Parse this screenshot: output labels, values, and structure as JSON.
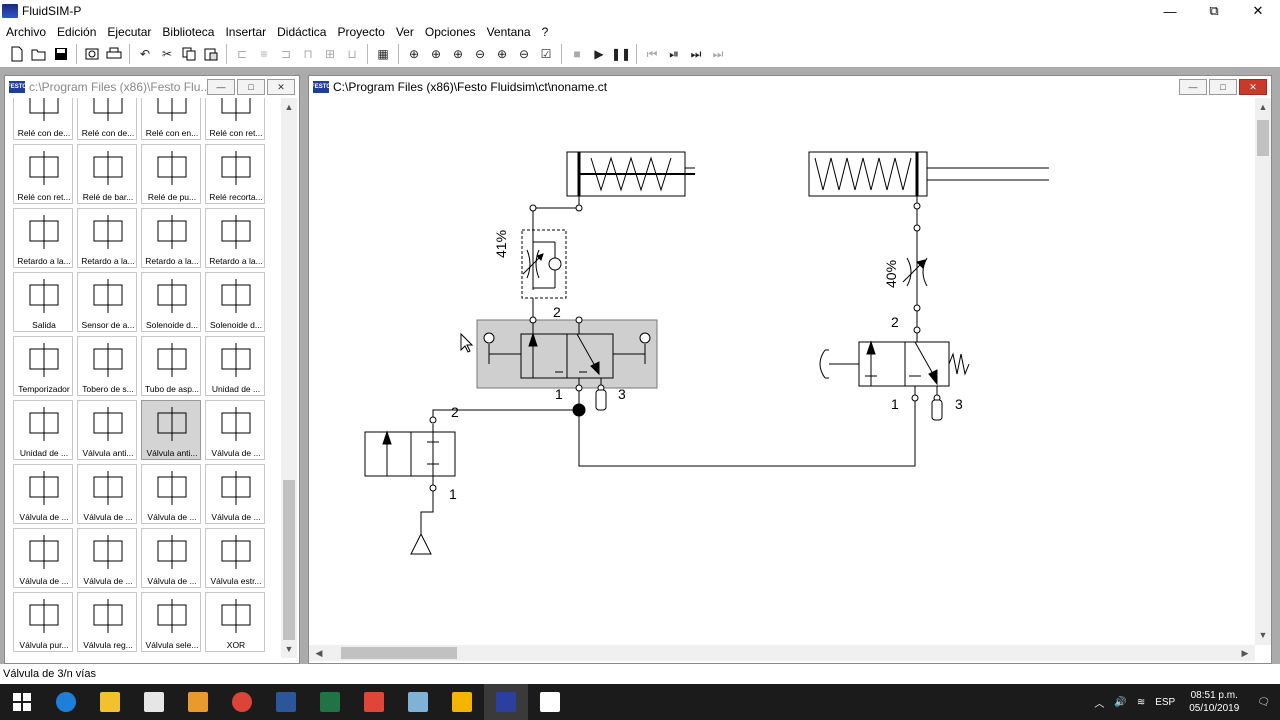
{
  "app": {
    "title": "FluidSIM-P"
  },
  "window_controls": {
    "minimize": "—",
    "restore": "⧉",
    "close": "✕"
  },
  "menu": [
    "Archivo",
    "Edición",
    "Ejecutar",
    "Biblioteca",
    "Insertar",
    "Didáctica",
    "Proyecto",
    "Ver",
    "Opciones",
    "Ventana",
    "?"
  ],
  "toolbar": {
    "icons": [
      "new-file-icon",
      "open-folder-icon",
      "save-icon",
      "print-preview-icon",
      "print-icon",
      "undo-icon",
      "cut-icon",
      "copy-icon",
      "paste-icon",
      "align-left-icon",
      "align-center-icon",
      "align-right-icon",
      "align-top-icon",
      "align-middle-icon",
      "align-bottom-icon",
      "grid-icon",
      "zoom-fit-icon",
      "zoom-11-icon",
      "zoom-window-icon",
      "zoom-previous-icon",
      "zoom-in-icon",
      "zoom-out-icon",
      "check-icon",
      "stop-icon",
      "play-icon",
      "pause-icon",
      "rewind-icon",
      "step-icon",
      "forward-icon",
      "end-icon"
    ]
  },
  "library_window": {
    "title": "c:\\Program Files (x86)\\Festo Flu...",
    "logo": "FESTO"
  },
  "library_items": [
    "Relé con de...",
    "Relé con de...",
    "Relé con en...",
    "Relé con ret...",
    "Relé con ret...",
    "Relé de bar...",
    "Relé de pu...",
    "Relé recorta...",
    "Retardo a la...",
    "Retardo a la...",
    "Retardo a la...",
    "Retardo a la...",
    "Salida",
    "Sensor de a...",
    "Solenoide d...",
    "Solenoide d...",
    "Temporizador",
    "Tobero de s...",
    "Tubo de asp...",
    "Unidad de ...",
    "Unidad de ...",
    "Válvula anti...",
    "Válvula anti...",
    "Válvula de ...",
    "Válvula de ...",
    "Válvula de ...",
    "Válvula de ...",
    "Válvula de ...",
    "Válvula de ...",
    "Válvula de ...",
    "Válvula de ...",
    "Válvula estr...",
    "Válvula pur...",
    "Válvula reg...",
    "Válvula sele...",
    "XOR"
  ],
  "library_selected_index": 22,
  "circuit_window": {
    "title": "C:\\Program Files (x86)\\Festo Fluidsim\\ct\\noname.ct",
    "logo": "FESTO"
  },
  "diagram": {
    "port_labels": [
      "2",
      "1",
      "3",
      "2",
      "1",
      "2",
      "1",
      "3"
    ],
    "throttle_left": "41%",
    "throttle_right": "40%"
  },
  "status": {
    "text": "Válvula de 3/n vías"
  },
  "taskbar": {
    "apps": [
      "windows-start-icon",
      "edge-icon",
      "file-explorer-icon",
      "store-icon",
      "media-icon",
      "chrome-icon",
      "word-icon",
      "excel-icon",
      "app-red-icon",
      "app-pen-icon",
      "drive-icon",
      "fluidsim-icon",
      "notepad-icon"
    ],
    "lang": "ESP",
    "time": "08:51 p.m.",
    "date": "05/10/2019"
  }
}
